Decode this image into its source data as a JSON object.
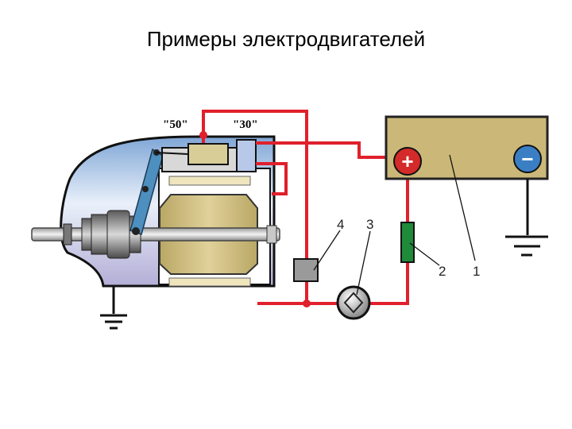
{
  "title": "Примеры электродвигателей",
  "terminals": {
    "t50": "\"50\"",
    "t30": "\"30\""
  },
  "battery": {
    "plus": "+",
    "minus": "−"
  },
  "callouts": {
    "n1": "1",
    "n2": "2",
    "n3": "3",
    "n4": "4"
  },
  "colors": {
    "wire": "#e0202c",
    "battery_body": "#cbb878",
    "battery_plus": "#d42a2a",
    "battery_minus": "#3a7fc4",
    "fuse": "#1f8a3a",
    "motor_shell_top": "#9fc0e8",
    "motor_shell_bottom": "#b7b2d8",
    "armature": "#c9b87c"
  }
}
